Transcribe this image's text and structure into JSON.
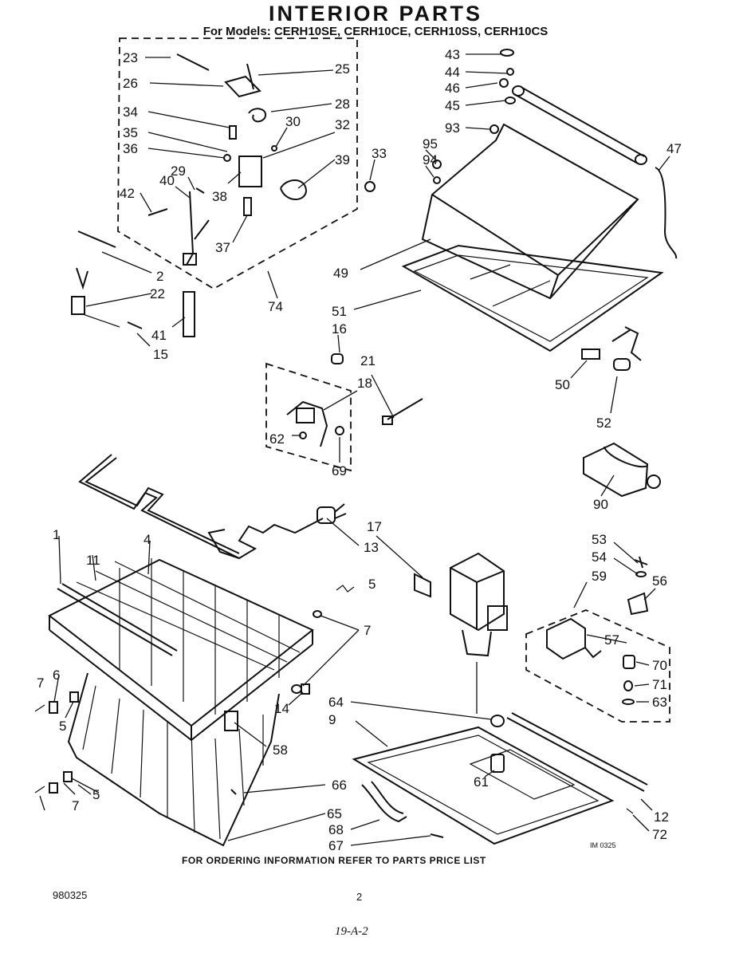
{
  "header": {
    "title": "INTERIOR PARTS",
    "subtitle": "For Models: CERH10SE, CERH10CE, CERH10SS, CERH10CS"
  },
  "footer": {
    "ordering_note": "FOR ORDERING INFORMATION REFER TO PARTS PRICE LIST",
    "doc_number": "980325",
    "page_number": "2",
    "handwritten_mark": "19-A-2",
    "image_ref": "IM 0325"
  },
  "callouts": [
    "23",
    "25",
    "26",
    "28",
    "34",
    "30",
    "32",
    "35",
    "36",
    "33",
    "39",
    "29",
    "40",
    "42",
    "38",
    "37",
    "2",
    "22",
    "74",
    "41",
    "15",
    "43",
    "44",
    "46",
    "45",
    "93",
    "95",
    "94",
    "47",
    "49",
    "51",
    "16",
    "21",
    "18",
    "50",
    "52",
    "62",
    "69",
    "90",
    "53",
    "54",
    "59",
    "56",
    "1",
    "4",
    "11",
    "13",
    "17",
    "5",
    "7",
    "6",
    "14",
    "58",
    "57",
    "70",
    "71",
    "63",
    "64",
    "9",
    "66",
    "65",
    "68",
    "67",
    "61",
    "12",
    "72"
  ]
}
